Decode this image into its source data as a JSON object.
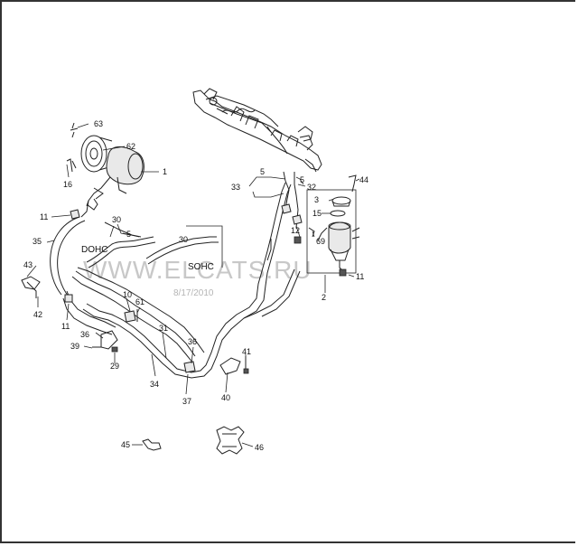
{
  "watermark": {
    "site": "WWW.ELCATS.RU",
    "date": "8/17/2010"
  },
  "engine_labels": {
    "dohc": "DOHC",
    "sohc": "SOHC"
  },
  "callouts": {
    "c1": "1",
    "c2": "2",
    "c3": "3",
    "c5a": "5",
    "c5b": "5",
    "c5c": "5",
    "c10": "10",
    "c11a": "11",
    "c11b": "11",
    "c11c": "11",
    "c12": "12",
    "c15": "15",
    "c16": "16",
    "c29": "29",
    "c30a": "30",
    "c30b": "30",
    "c31": "31",
    "c32": "32",
    "c33": "33",
    "c34": "34",
    "c35": "35",
    "c36a": "36",
    "c36b": "36",
    "c37": "37",
    "c39": "39",
    "c40": "40",
    "c41": "41",
    "c42": "42",
    "c43": "43",
    "c44": "44",
    "c45": "45",
    "c46": "46",
    "c61": "61",
    "c62": "62",
    "c63": "63",
    "c69": "69"
  }
}
